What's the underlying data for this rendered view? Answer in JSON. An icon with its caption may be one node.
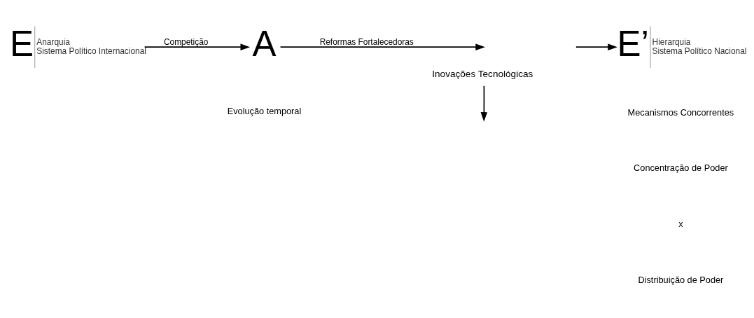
{
  "diagram": {
    "nodes": [
      {
        "text": [
          "E",
          "Anarquia",
          "Sistema Político Internacional"
        ]
      },
      {
        "text": [
          "A"
        ]
      },
      {
        "text": [
          "E’",
          "Hierarquia",
          "Sistema Político Nacional"
        ]
      },
      {
        "text": [
          "Inovações Tecnológicas"
        ]
      }
    ],
    "edges": [
      {
        "from": 0,
        "to": 1,
        "arrow": "to",
        "label": "Competição"
      },
      {
        "from": 1,
        "to": null,
        "arrow": "to",
        "label": "Reformas Fortalecedoras"
      },
      {
        "from": null,
        "to": 2,
        "arrow": "to"
      },
      {
        "from": 3,
        "to": null,
        "arrow": "to"
      }
    ],
    "labels": [
      "Mecanismos Concorrentes",
      "Concentração de Poder",
      "x",
      "Distribuição de Poder",
      "Evolução temporal"
    ]
  }
}
